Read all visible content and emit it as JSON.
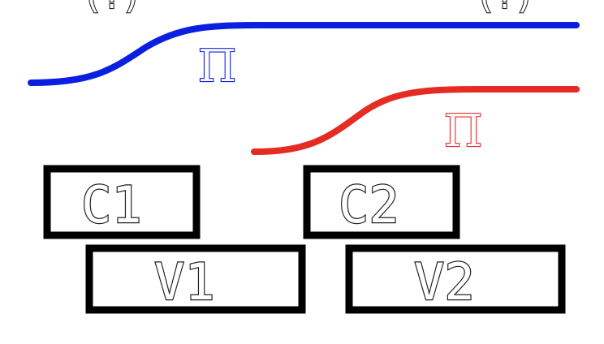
{
  "top_fragments": {
    "left": "(?)",
    "right": "(?)"
  },
  "curves": {
    "blue": {
      "color": "#0a1fe0",
      "label": "Π"
    },
    "red": {
      "color": "#e52b24",
      "label": "Π"
    }
  },
  "boxes": {
    "c1": "C1",
    "c2": "C2",
    "v1": "V1",
    "v2": "V2"
  },
  "colors": {
    "box_stroke": "#000000",
    "text_stroke": "#222222",
    "background": "#ffffff"
  }
}
